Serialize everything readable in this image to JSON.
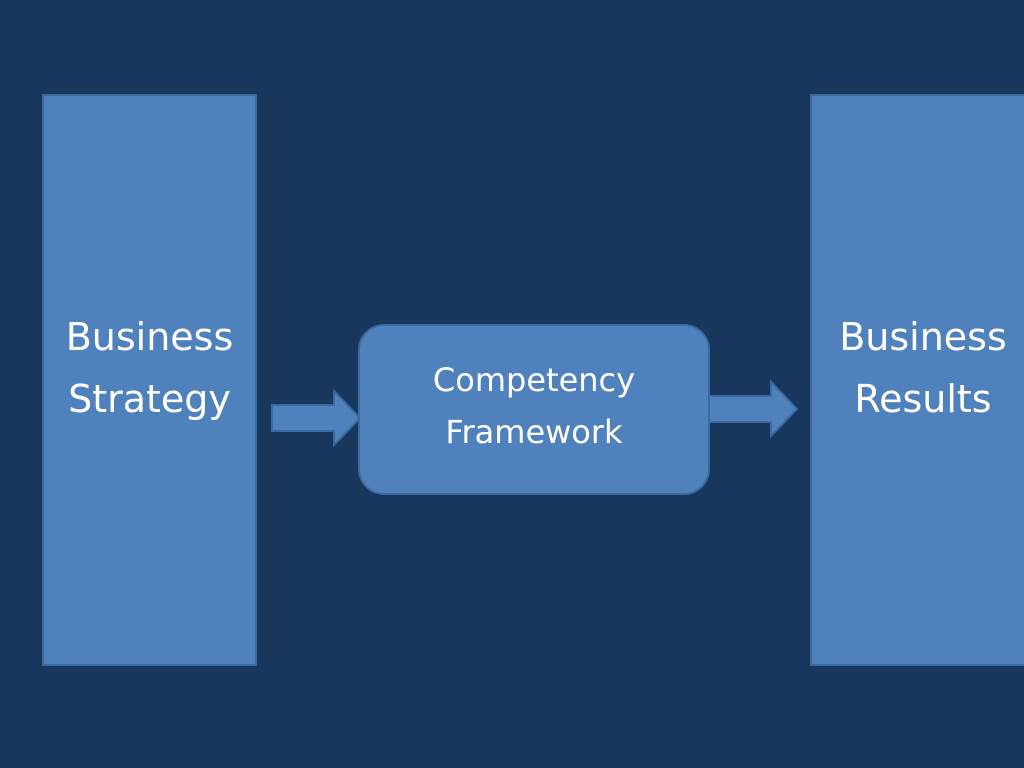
{
  "colors": {
    "background": "#19365d",
    "box_fill": "#4f81bd",
    "box_border": "#3a6aa0"
  },
  "diagram": {
    "left_box": {
      "line1": "Business",
      "line2": "Strategy"
    },
    "center_box": {
      "line1": "Competency",
      "line2": "Framework"
    },
    "right_box": {
      "line1": "Business",
      "line2": "Results"
    }
  }
}
